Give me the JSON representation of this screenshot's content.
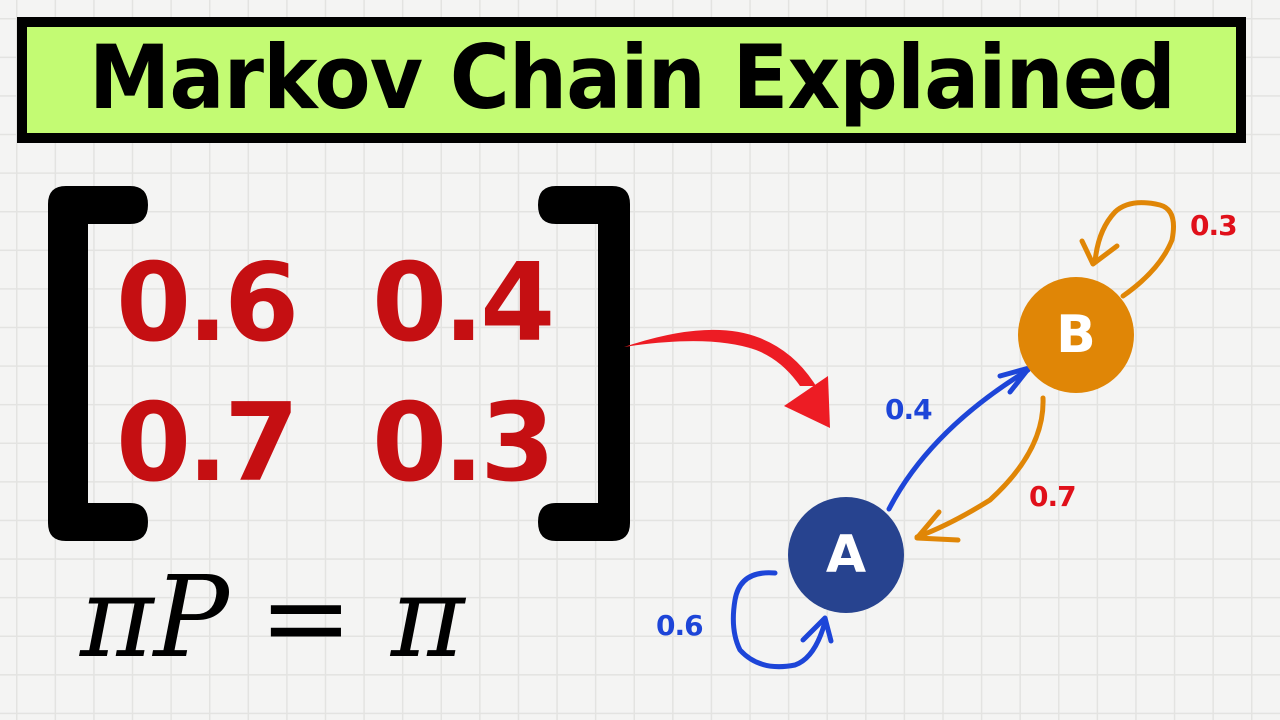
{
  "title": {
    "text": "Markov Chain Explained",
    "background": "#c3fb73",
    "border": "#000000"
  },
  "matrix": {
    "name": "P",
    "rows": [
      [
        "0.6",
        "0.4"
      ],
      [
        "0.7",
        "0.3"
      ]
    ],
    "color": "#c50f12"
  },
  "equation": {
    "left": "πP",
    "sign": "=",
    "right": "π"
  },
  "pointer_arrow": {
    "color": "#ed1c24",
    "from": "matrix",
    "to": "state-diagram"
  },
  "diagram": {
    "nodes": [
      {
        "id": "A",
        "label": "A",
        "color": "#27438f"
      },
      {
        "id": "B",
        "label": "B",
        "color": "#e08606"
      }
    ],
    "edges": [
      {
        "from": "A",
        "to": "A",
        "label": "0.6",
        "color": "#1d45d8",
        "label_color": "#1d45d8"
      },
      {
        "from": "A",
        "to": "B",
        "label": "0.4",
        "color": "#1d45d8",
        "label_color": "#1d45d8"
      },
      {
        "from": "B",
        "to": "A",
        "label": "0.7",
        "color": "#e08606",
        "label_color": "#e0101a"
      },
      {
        "from": "B",
        "to": "B",
        "label": "0.3",
        "color": "#e08606",
        "label_color": "#e0101a"
      }
    ]
  }
}
